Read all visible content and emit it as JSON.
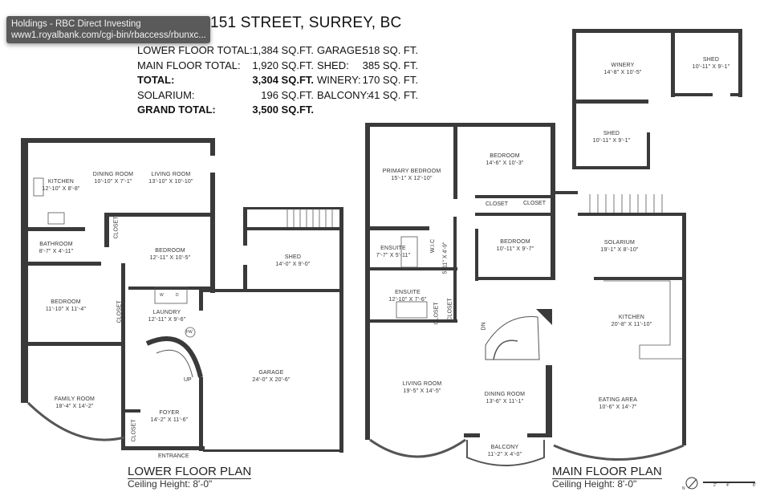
{
  "tooltip": {
    "title": "Holdings - RBC Direct Investing",
    "url": "www1.royalbank.com/cgi-bin/rbaccess/rbunxc..."
  },
  "address": "151 STREET, SURREY, BC",
  "areas": [
    {
      "label": "LOWER FLOOR TOTAL:",
      "value": "1,384 SQ.FT.",
      "label2": "GARAGE:",
      "value2": "518 SQ. FT.",
      "bold": false
    },
    {
      "label": "MAIN FLOOR TOTAL:",
      "value": "1,920 SQ.FT.",
      "label2": "SHED:",
      "value2": "385 SQ. FT.",
      "bold": false
    },
    {
      "label": "TOTAL:",
      "value": "3,304 SQ.FT.",
      "label2": "WINERY:",
      "value2": "170 SQ. FT.",
      "bold": true
    },
    {
      "label": "SOLARIUM:",
      "value": "196 SQ.FT.",
      "label2": "BALCONY:",
      "value2": "41 SQ. FT.",
      "bold": false
    },
    {
      "label": "GRAND TOTAL:",
      "value": "3,500 SQ.FT.",
      "label2": "",
      "value2": "",
      "bold": true
    }
  ],
  "lower": {
    "title": "LOWER FLOOR PLAN",
    "ceiling": "Ceiling Height: 8'-0\"",
    "rooms": [
      {
        "name": "KITCHEN",
        "dim": "12'-10\" X 8'-8\""
      },
      {
        "name": "DINING ROOM",
        "dim": "10'-10\" X 7'-1\""
      },
      {
        "name": "LIVING ROOM",
        "dim": "13'-10\" X 10'-10\""
      },
      {
        "name": "BATHROOM",
        "dim": "8'-7\" X 4'-11\""
      },
      {
        "name": "BEDROOM",
        "dim": "12'-11\" X 10'-5\""
      },
      {
        "name": "BEDROOM",
        "dim": "11'-10\" X 11'-4\""
      },
      {
        "name": "LAUNDRY",
        "dim": "12'-11\" X 9'-6\""
      },
      {
        "name": "FAMILY ROOM",
        "dim": "18'-4\" X 14'-2\""
      },
      {
        "name": "FOYER",
        "dim": "14'-2\" X 11'-6\""
      },
      {
        "name": "SHED",
        "dim": "14'-0\" X 9'-0\""
      },
      {
        "name": "GARAGE",
        "dim": "24'-0\" X 20'-6\""
      }
    ],
    "closet": "CLOSET",
    "up": "UP",
    "entrance": "ENTRANCE",
    "fw": "FW",
    "w": "W",
    "d": "D"
  },
  "main": {
    "title": "MAIN FLOOR PLAN",
    "ceiling": "Ceiling Height: 8'-0\"",
    "rooms": [
      {
        "name": "PRIMARY BEDROOM",
        "dim": "15'-1\" X 12'-10\""
      },
      {
        "name": "BEDROOM",
        "dim": "14'-6\" X 10'-3\""
      },
      {
        "name": "BEDROOM",
        "dim": "10'-11\" X 9'-7\""
      },
      {
        "name": "ENSUITE",
        "dim": "7'-7\" X 5'-11\""
      },
      {
        "name": "ENSUITE",
        "dim": "12'-10\" X 7'-6\""
      },
      {
        "name": "SOLARIUM",
        "dim": "19'-1\" X 8'-10\""
      },
      {
        "name": "KITCHEN",
        "dim": "20'-8\" X 11'-10\""
      },
      {
        "name": "LIVING ROOM",
        "dim": "19'-5\" X 14'-5\""
      },
      {
        "name": "DINING ROOM",
        "dim": "13'-6\" X 11'-1\""
      },
      {
        "name": "EATING AREA",
        "dim": "10'-6\" X 14'-7\""
      },
      {
        "name": "BALCONY",
        "dim": "11'-2\" X 4'-0\""
      },
      {
        "name": "WINERY",
        "dim": "14'-8\" X 10'-5\""
      },
      {
        "name": "SHED",
        "dim": "10'-11\" X 9'-1\""
      },
      {
        "name": "SHED",
        "dim": "10'-11\" X 9'-1\""
      }
    ],
    "closet": "CLOSET",
    "wic": "W.I.C",
    "wic_dim": "5'-11\" X 4'-9\"",
    "dn": "DN"
  },
  "compass": {
    "north": "N"
  },
  "scale": {
    "ticks": [
      "2'",
      "4'",
      "8'"
    ]
  }
}
